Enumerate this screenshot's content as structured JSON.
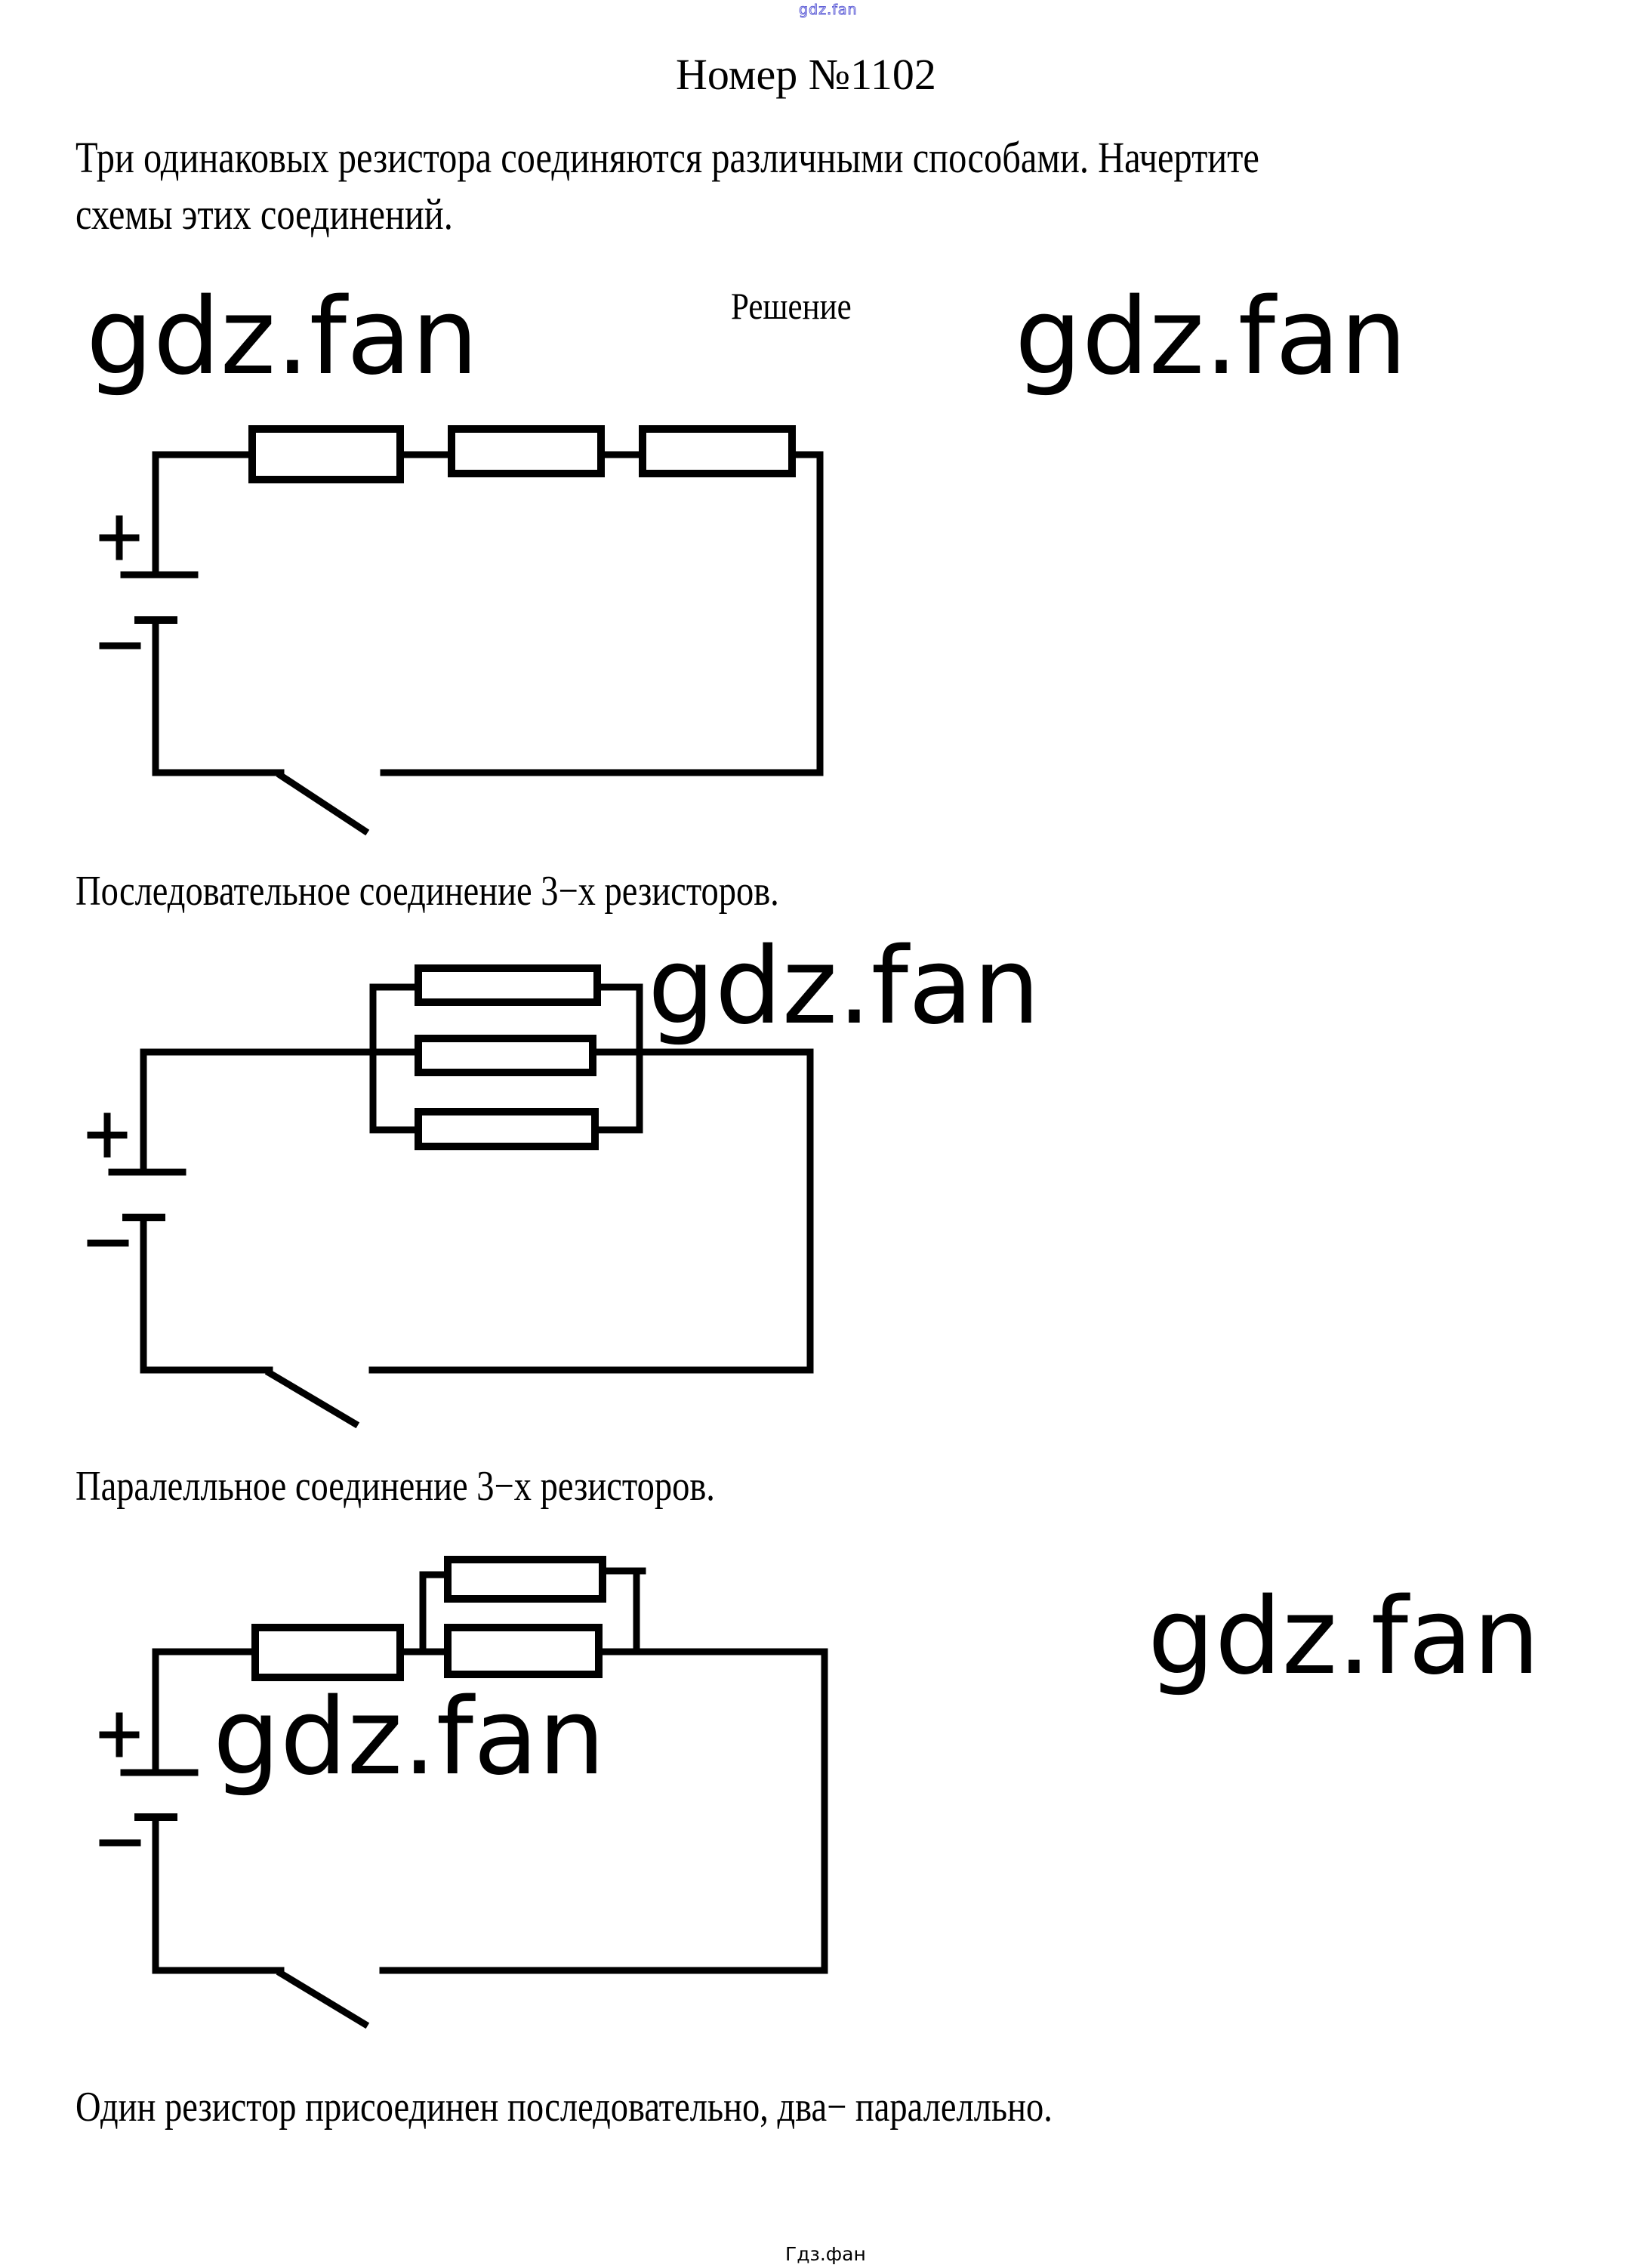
{
  "watermark_top": "gdz.fan",
  "title": "Номер №1102",
  "task": {
    "line1": "Три одинаковых резистора соединяются различными способами. Начертите",
    "line2": "схемы этих соединений."
  },
  "solution_label": "Решение",
  "watermarks": [
    "gdz.fan",
    "gdz.fan",
    "gdz.fan",
    "gdz.fan",
    "gdz.fan"
  ],
  "diagrams": [
    {
      "id": "series",
      "caption": "Последовательное соединение 3−х резисторов.",
      "battery": {
        "plus": "+",
        "minus": "−"
      },
      "resistor_count": 3,
      "switch_state": "open"
    },
    {
      "id": "parallel",
      "caption": "Паралелльное соединение 3−х резисторов.",
      "battery": {
        "plus": "+",
        "minus": "−"
      },
      "resistor_count": 3,
      "switch_state": "open"
    },
    {
      "id": "mixed",
      "caption": "Один резистор присоединен последовательно, два− паралелльно.",
      "battery": {
        "plus": "+",
        "minus": "−"
      },
      "resistor_count": 3,
      "switch_state": "open"
    }
  ],
  "footer": "Гдз.фан"
}
